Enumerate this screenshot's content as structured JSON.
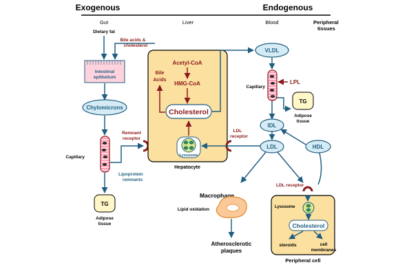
{
  "headers": {
    "exogenous": "Exogenous",
    "endogenous": "Endogenous"
  },
  "columns": {
    "gut": "Gut",
    "liver": "Liver",
    "blood": "Blood",
    "peripheral_line1": "Peripheral",
    "peripheral_line2": "tissues"
  },
  "gut": {
    "dietary_fat": "Dietary fat",
    "intestinal_line1": "Intestinal",
    "intestinal_line2": "epithelium",
    "chylomicrons": "Chylomicrons",
    "capillary": "Capillary",
    "tg": "TG",
    "adipose_line1": "Adipose",
    "adipose_line2": "tissue"
  },
  "liver": {
    "bile_out_line1": "Bile acids &",
    "bile_out_line2": "cholesterol",
    "bile_line1": "Bile",
    "bile_line2": "Acids",
    "acetyl": "Acetyl-CoA",
    "hmg": "HMG-CoA",
    "cholesterol": "Cholesterol",
    "lysosome": "Lysosome",
    "hepatocyte": "Hepatocyte",
    "remnant_line1": "Remnant",
    "remnant_line2": "receptor",
    "ldl_rec_line1": "LDL",
    "ldl_rec_line2": "receptor",
    "lipo_line1": "Lipoprotein",
    "lipo_line2": "remnants"
  },
  "blood": {
    "vldl": "VLDL",
    "capillary": "Capillary",
    "lpl": "LPL",
    "tg": "TG",
    "adipose_line1": "Adipose",
    "adipose_line2": "tissue",
    "idl": "IDL",
    "ldl": "LDL",
    "hdl": "HDL"
  },
  "macrophage": {
    "title": "Macrophage",
    "lipid": "Lipid oxidation",
    "plaques_line1": "Atherosclerotic",
    "plaques_line2": "plaques"
  },
  "peripheral_cell": {
    "ldl_receptor": "LDL receptor",
    "lysosome": "Lysosome",
    "cholesterol": "Cholesterol",
    "steroids": "steroids",
    "cell_line1": "cell",
    "cell_line2": "membranes",
    "title": "Peripheral cell"
  },
  "colors": {
    "blue": "#1f5e80",
    "dark_red": "#8b1a1a",
    "hepatocyte_fill": "#fbe0a0",
    "oval_fill": "#d5ecf6",
    "tg_fill": "#fff7c8"
  }
}
